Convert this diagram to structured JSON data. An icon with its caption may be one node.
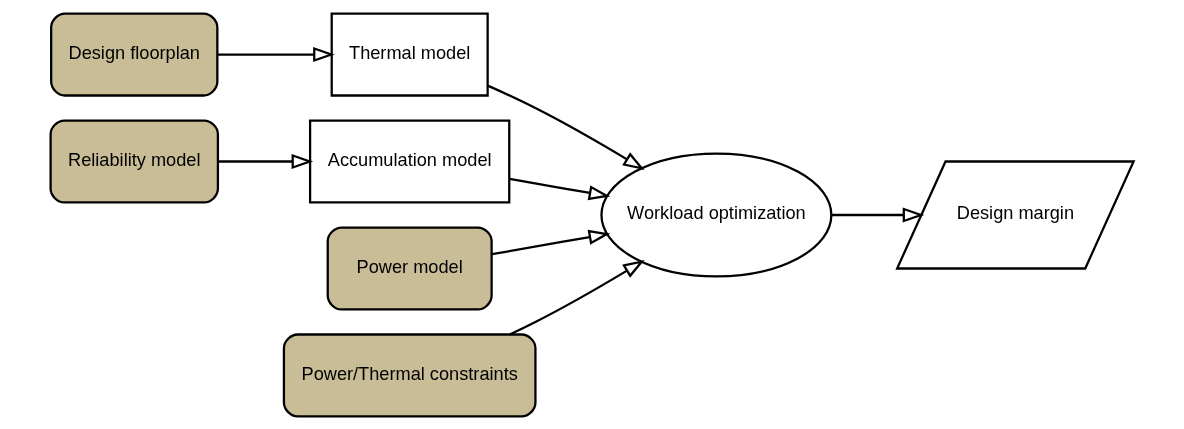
{
  "diagram": {
    "nodes": [
      {
        "text": [
          "Design floorplan"
        ]
      },
      {
        "text": [
          "Thermal model"
        ]
      },
      {
        "text": [
          "Accumulation model"
        ]
      },
      {
        "text": [
          "Reliability model"
        ]
      },
      {
        "text": [
          "Power model"
        ]
      },
      {
        "text": [
          "Workload optimization"
        ]
      },
      {
        "text": [
          "Design margin"
        ]
      },
      {
        "text": [
          "Power/Thermal constraints"
        ]
      }
    ],
    "edges": [
      {
        "from": 0,
        "to": 1,
        "arrow": "to"
      },
      {
        "from": 3,
        "to": 2,
        "arrow": "to"
      },
      {
        "from": 1,
        "to": 5,
        "arrow": "to"
      },
      {
        "from": 2,
        "to": 5,
        "arrow": "to"
      },
      {
        "from": 4,
        "to": 5,
        "arrow": "to"
      },
      {
        "from": 7,
        "to": 5,
        "arrow": "to"
      },
      {
        "from": 5,
        "to": 6,
        "arrow": "to"
      }
    ]
  }
}
